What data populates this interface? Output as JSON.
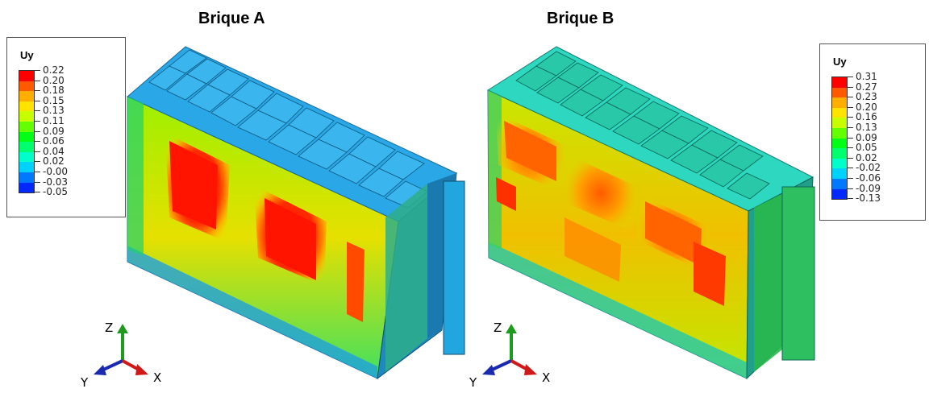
{
  "titles": {
    "a": "Brique A",
    "b": "Brique B"
  },
  "legend_a": {
    "title": "Uy",
    "values": [
      "0.22",
      "0.20",
      "0.18",
      "0.15",
      "0.13",
      "0.11",
      "0.09",
      "0.06",
      "0.04",
      "0.02",
      "-0.00",
      "-0.03",
      "-0.05"
    ],
    "colors": [
      "#ff0000",
      "#ff5a00",
      "#ffae00",
      "#ffe400",
      "#c8ff00",
      "#64ff00",
      "#00ff14",
      "#00ff6e",
      "#00ffc8",
      "#00d2ff",
      "#0078ff",
      "#0028ff"
    ]
  },
  "legend_b": {
    "title": "Uy",
    "values": [
      "0.31",
      "0.27",
      "0.23",
      "0.20",
      "0.16",
      "0.13",
      "0.09",
      "0.05",
      "0.02",
      "-0.02",
      "-0.06",
      "-0.09",
      "-0.13"
    ],
    "colors": [
      "#ff0000",
      "#ff5a00",
      "#ffae00",
      "#ffe400",
      "#c8ff00",
      "#64ff00",
      "#00ff14",
      "#00ff6e",
      "#00ffc8",
      "#00d2ff",
      "#0078ff",
      "#0028ff"
    ]
  },
  "axes": {
    "z": "Z",
    "y": "Y",
    "x": "X"
  }
}
